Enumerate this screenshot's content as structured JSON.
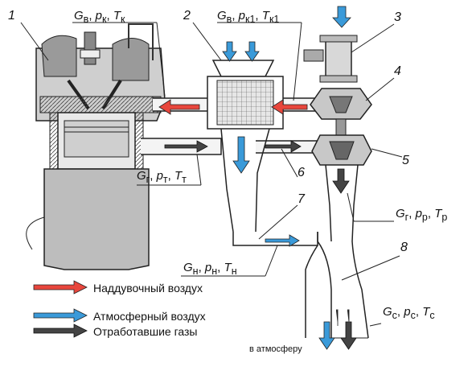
{
  "numbers": [
    "1",
    "2",
    "3",
    "4",
    "5",
    "6",
    "7",
    "8"
  ],
  "labels": {
    "top_left": {
      "g": "G",
      "gs": "в",
      "p": "p",
      "ps": "к",
      "t": "T",
      "ts": "к"
    },
    "top_mid": {
      "g": "G",
      "gs": "в",
      "p": "p",
      "ps": "к1",
      "t": "T",
      "ts": "к1"
    },
    "mid_left": {
      "g": "G",
      "gs": "г",
      "p": "p",
      "ps": "т",
      "t": "T",
      "ts": "т"
    },
    "mid_right": {
      "g": "G",
      "gs": "г",
      "p": "p",
      "ps": "р",
      "t": "T",
      "ts": "р"
    },
    "bottom_mid": {
      "g": "G",
      "gs": "н",
      "p": "p",
      "ps": "н",
      "t": "T",
      "ts": "н"
    },
    "bottom_right": {
      "g": "G",
      "gs": "с",
      "p": "p",
      "ps": "с",
      "t": "T",
      "ts": "с"
    }
  },
  "legend": [
    {
      "text": "Наддувочный воздух",
      "color": "#e8463c"
    },
    {
      "text": "Атмосферный воздух",
      "color": "#3a9ad9"
    },
    {
      "text": "Отработавшие газы",
      "color": "#333333"
    }
  ],
  "exhaust_note": "в атмосферу"
}
